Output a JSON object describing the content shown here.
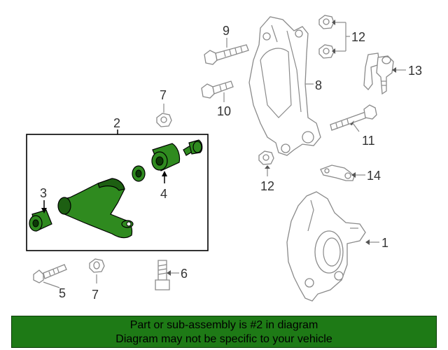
{
  "callouts": {
    "c1": "1",
    "c2": "2",
    "c3": "3",
    "c4": "4",
    "c5": "5",
    "c6": "6",
    "c7a": "7",
    "c7b": "7",
    "c8": "8",
    "c9": "9",
    "c10": "10",
    "c11": "11",
    "c12a": "12",
    "c12b": "12",
    "c13": "13",
    "c14": "14"
  },
  "banner": {
    "line1": "Part or sub-assembly is #2 in diagram",
    "line2": "Diagram may not be specific to your vehicle"
  },
  "colors": {
    "highlight": "#2f8a1f",
    "banner_bg": "#1e7a16",
    "linework": "#8a8a8a"
  }
}
